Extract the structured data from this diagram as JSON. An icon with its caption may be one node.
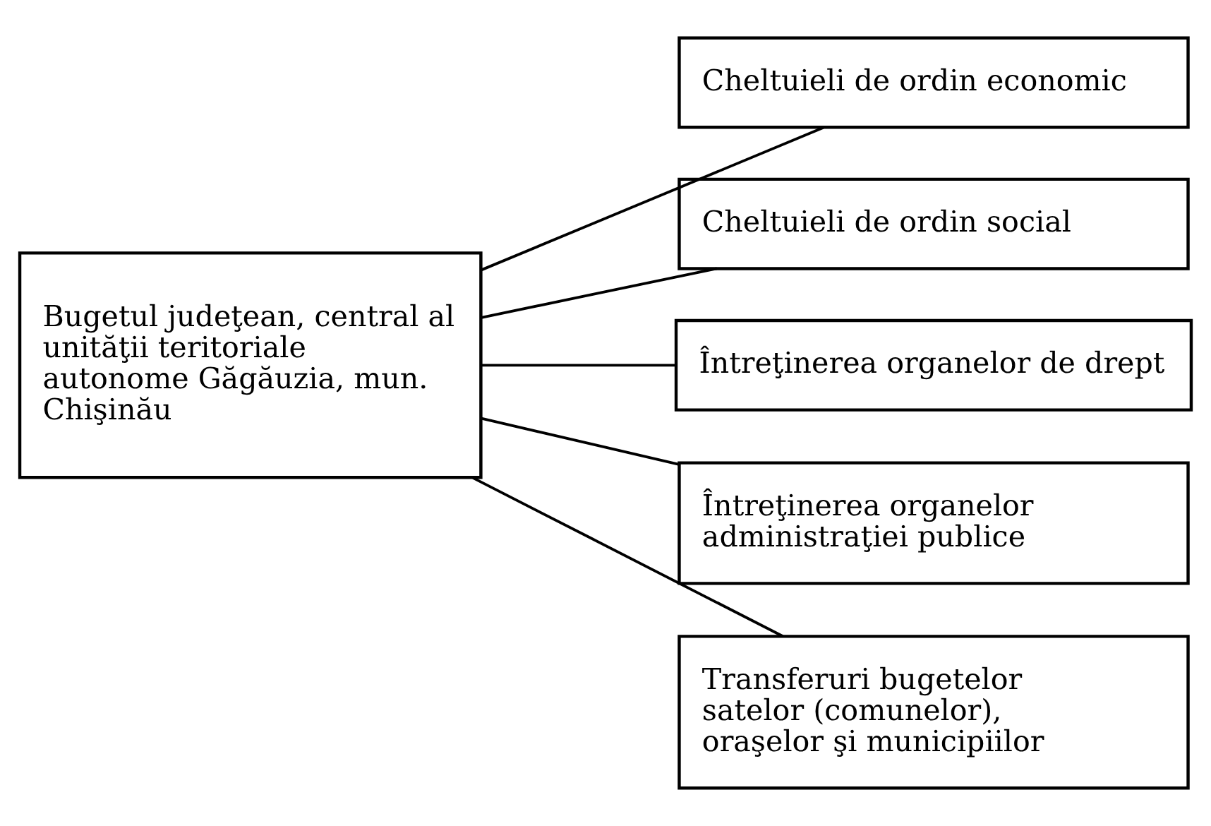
{
  "diagram": {
    "nodes": [
      {
        "text": [
          "Bugetul judeţean, central al unităţii teritoriale autonome Găgăuzia, mun. Chişinău"
        ]
      },
      {
        "text": [
          "Cheltuieli de ordin economic"
        ]
      },
      {
        "text": [
          "Cheltuieli de ordin social"
        ]
      },
      {
        "text": [
          "Întreţinerea organelor de drept"
        ]
      },
      {
        "text": [
          "Întreţinerea organelor administraţiei publice"
        ]
      },
      {
        "text": [
          "Transferuri bugetelor satelor (comunelor), oraşelor şi municipiilor"
        ]
      }
    ],
    "edges": [
      {
        "from": 0,
        "to": 1,
        "arrow": "none"
      },
      {
        "from": 0,
        "to": 2,
        "arrow": "none"
      },
      {
        "from": 0,
        "to": 3,
        "arrow": "none"
      },
      {
        "from": 0,
        "to": 4,
        "arrow": "none"
      },
      {
        "from": 0,
        "to": 5,
        "arrow": "none"
      }
    ]
  }
}
